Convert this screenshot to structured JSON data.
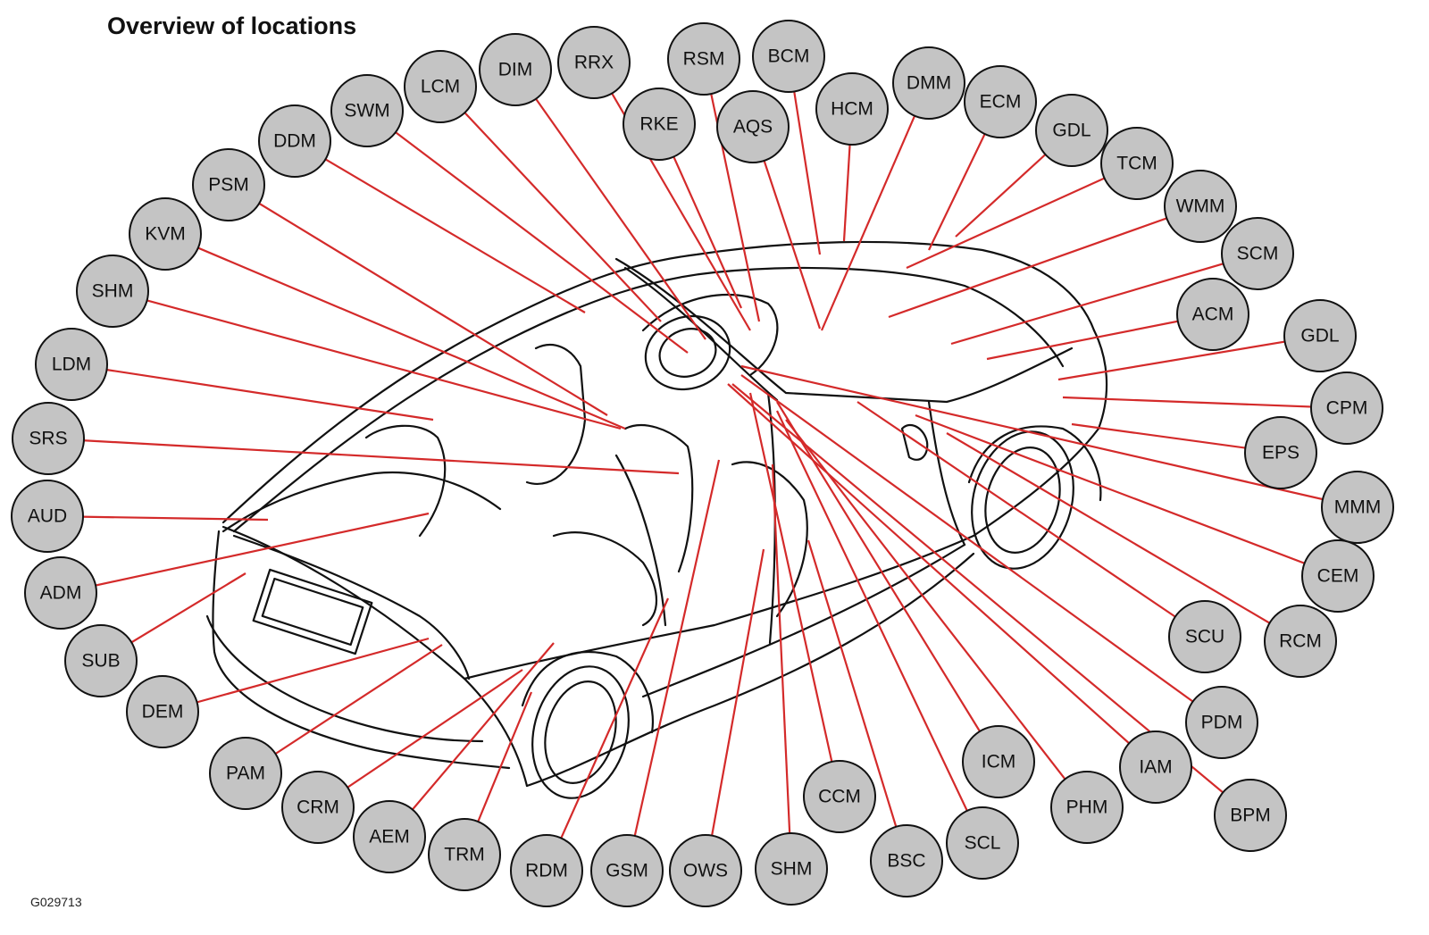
{
  "title": "Overview of locations",
  "figure_id": "G029713",
  "colors": {
    "leader_line": "#d42a2a",
    "badge_fill": "#c4c4c4",
    "outline": "#111111"
  },
  "modules": [
    "LCM",
    "DIM",
    "RRX",
    "RSM",
    "BCM",
    "SWM",
    "RKE",
    "AQS",
    "HCM",
    "DMM",
    "ECM",
    "GDL",
    "TCM",
    "DDM",
    "PSM",
    "KVM",
    "WMM",
    "SCM",
    "ACM",
    "SHM",
    "LDM",
    "GDL",
    "CPM",
    "EPS",
    "SRS",
    "AUD",
    "MMM",
    "CEM",
    "ADM",
    "SCU",
    "RCM",
    "SUB",
    "DEM",
    "PDM",
    "PAM",
    "ICM",
    "IAM",
    "CRM",
    "BPM",
    "PHM",
    "CCM",
    "AEM",
    "SCL",
    "TRM",
    "BSC",
    "RDM",
    "GSM",
    "OWS",
    "SHM"
  ]
}
